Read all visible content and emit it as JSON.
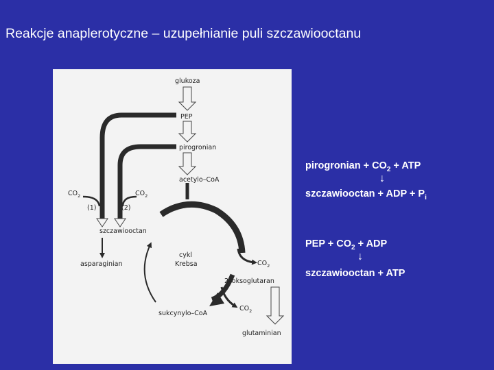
{
  "title": "Reakcje anaplerotyczne – uzupełnianie puli szczawiooctanu",
  "colors": {
    "background": "#2b2fa6",
    "text": "#ffffff",
    "panel": "#f3f3f3",
    "ink": "#2a2a2a"
  },
  "diagram": {
    "glukoza": "glukoza",
    "pep": "PEP",
    "pirogronian": "pirogronian",
    "acetylo_coa": "acetylo–CoA",
    "co2_left": "CO",
    "co2_mid": "CO",
    "co2_sub": "2",
    "label_1": "(1)",
    "label_2": "(2)",
    "szczawiooctan": "szczawiooctan",
    "asparaginian": "asparaginian",
    "cykl": "cykl",
    "krebsa": "Krebsa",
    "co2_right": "CO",
    "oksoglutaran": "2–oksoglutaran",
    "co2_bottom": "CO",
    "sukcynylo_coa": "sukcynylo–CoA",
    "glutaminian": "glutaminian"
  },
  "reactions": {
    "r1_line1": {
      "a": "pirogronian + CO",
      "sub": "2",
      "b": " + ATP"
    },
    "r1_line2": {
      "a": "szczawiooctan + ADP + P",
      "sub": "i"
    },
    "r2_line1": {
      "a": "PEP + CO",
      "sub": "2",
      "b": " + ADP"
    },
    "r2_line2": {
      "a": "szczawiooctan + ATP"
    },
    "arrow": "↓"
  }
}
